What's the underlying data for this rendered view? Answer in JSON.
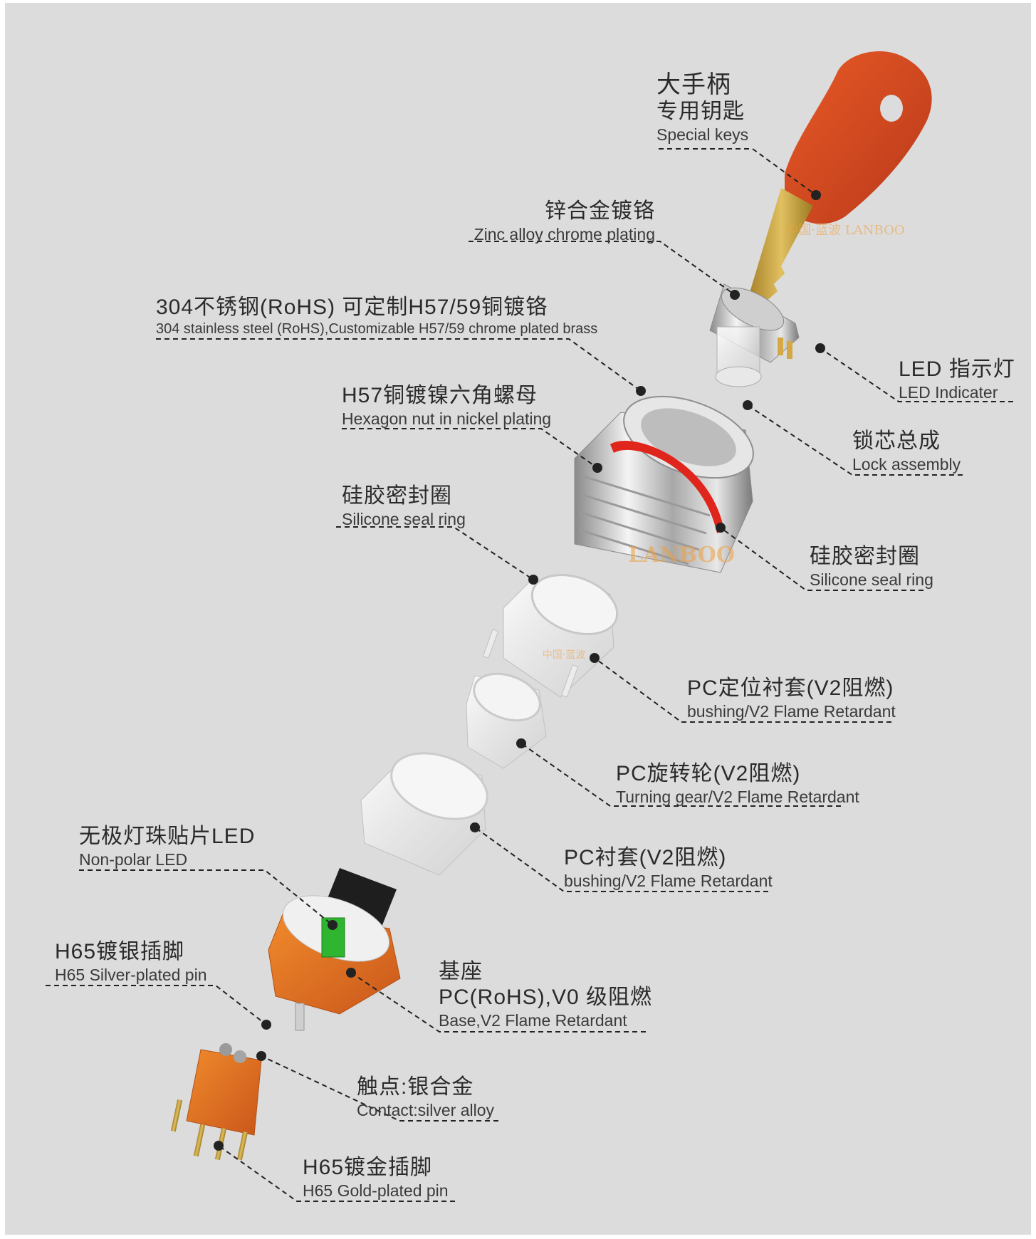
{
  "diagram": {
    "components": [
      {
        "id": "key",
        "zh": [
          "大手柄",
          "专用钥匙"
        ],
        "en": "Special  keys",
        "icon": "key-icon"
      },
      {
        "id": "zinc",
        "zh": [
          "锌合金镀铬"
        ],
        "en": "Zinc alloy chrome plating"
      },
      {
        "id": "steel",
        "zh": [
          "304不锈钢(RoHS)  可定制H57/59铜镀铬"
        ],
        "en": "304 stainless steel (RoHS),Customizable H57/59 chrome plated brass"
      },
      {
        "id": "led",
        "zh": [
          "LED 指示灯"
        ],
        "en": "LED Indicater"
      },
      {
        "id": "nut",
        "zh": [
          "H57铜镀镍六角螺母"
        ],
        "en": "Hexagon nut in nickel plating"
      },
      {
        "id": "lock",
        "zh": [
          "锁芯总成"
        ],
        "en": "Lock assembly"
      },
      {
        "id": "seal1",
        "zh": [
          "硅胶密封圈"
        ],
        "en": "Silicone seal ring"
      },
      {
        "id": "seal2",
        "zh": [
          "硅胶密封圈"
        ],
        "en": "Silicone seal ring"
      },
      {
        "id": "bushing1",
        "zh": [
          "PC定位衬套(V2阻燃)"
        ],
        "en": "bushing/V2 Flame Retardant"
      },
      {
        "id": "gear",
        "zh": [
          "PC旋转轮(V2阻燃)"
        ],
        "en": "Turning gear/V2 Flame Retardant"
      },
      {
        "id": "bushing2",
        "zh": [
          "PC衬套(V2阻燃)"
        ],
        "en": "bushing/V2 Flame Retardant"
      },
      {
        "id": "smd",
        "zh": [
          "无极灯珠贴片LED"
        ],
        "en": "Non-polar LED"
      },
      {
        "id": "silverpin",
        "zh": [
          "H65镀银插脚"
        ],
        "en": "H65 Silver-plated pin"
      },
      {
        "id": "base",
        "zh": [
          "基座",
          "PC(RoHS),V0 级阻燃"
        ],
        "en": "Base,V2 Flame Retardant"
      },
      {
        "id": "contact",
        "zh": [
          "触点:银合金"
        ],
        "en": "Contact:silver alloy"
      },
      {
        "id": "goldpin",
        "zh": [
          "H65镀金插脚"
        ],
        "en": "H65 Gold-plated pin"
      }
    ],
    "watermark": {
      "cn": "中国·蓝波",
      "en": "LANBOO"
    },
    "colors": {
      "background": "#dcdcdc",
      "key_handle": "#d8461c",
      "key_blade": "#c9a233",
      "chrome": "#bfbfbf",
      "seal_ring": "#e0261c",
      "base_orange": "#e8731e",
      "led_green": "#2fb52f",
      "leader_line": "#222222",
      "watermark": "#f0a040"
    }
  }
}
